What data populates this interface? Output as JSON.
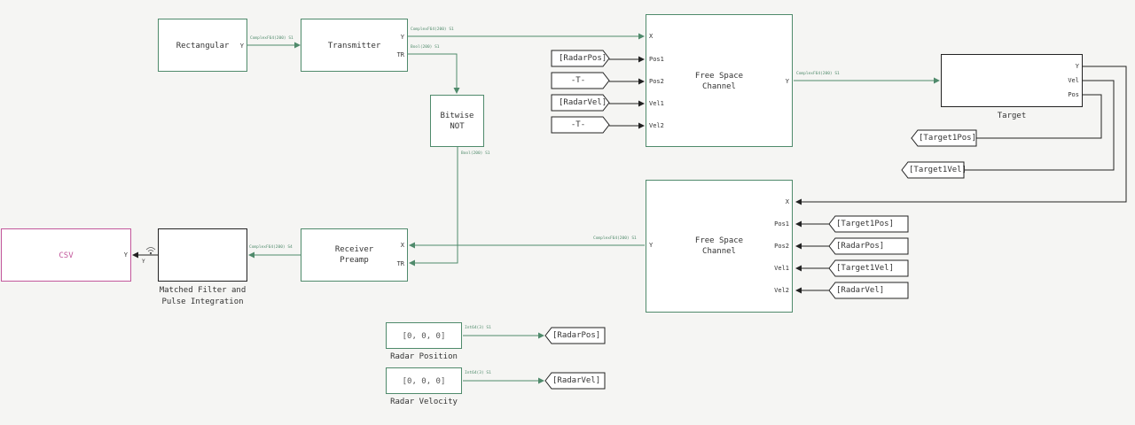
{
  "blocks": {
    "rectangular": {
      "title": "Rectangular",
      "out": "Y"
    },
    "transmitter": {
      "title": "Transmitter",
      "out1": "Y",
      "out2": "TR"
    },
    "fsc1": {
      "title1": "Free Space",
      "title2": "Channel",
      "in1": "X",
      "in2": "Pos1",
      "in3": "Pos2",
      "in4": "Vel1",
      "in5": "Vel2",
      "out": "Y"
    },
    "target": {
      "label": "Target",
      "out1": "Y",
      "out2": "Vel",
      "out3": "Pos"
    },
    "bitwise_not": {
      "title1": "Bitwise",
      "title2": "NOT"
    },
    "fsc2": {
      "title1": "Free Space",
      "title2": "Channel",
      "in1": "X",
      "in2": "Pos1",
      "in3": "Pos2",
      "in4": "Vel1",
      "in5": "Vel2",
      "out": "Y"
    },
    "receiver": {
      "title1": "Receiver",
      "title2": "Preamp",
      "in1": "X",
      "in2": "TR"
    },
    "matched": {
      "label1": "Matched Filter and",
      "label2": "Pulse Integration",
      "out": "Y"
    },
    "csv": {
      "title": "CSV",
      "port": "Y"
    },
    "radar_position": {
      "value": "[0, 0, 0]",
      "label": "Radar Position"
    },
    "radar_velocity": {
      "value": "[0, 0, 0]",
      "label": "Radar Velocity"
    }
  },
  "tags": {
    "radarpos_1": "[RadarPos]",
    "t_1": "-T-",
    "radarvel_1": "[RadarVel]",
    "t_2": "-T-",
    "target1pos_out": "[Target1Pos]",
    "target1vel_out": "[Target1Vel]",
    "target1pos_in": "[Target1Pos]",
    "radarpos_2": "[RadarPos]",
    "target1vel_in": "[Target1Vel]",
    "radarvel_2": "[RadarVel]",
    "radarpos_out": "[RadarPos]",
    "radarvel_out": "[RadarVel]"
  },
  "signals": {
    "rect_tx": "ComplexF64(200)  S1",
    "tx_fsc": "ComplexF64(200)  S1",
    "tx_tr": "Bool(200)  S1",
    "fsc_target": "ComplexF64(200)  S1",
    "not_out": "Bool(200)  S1",
    "fsc2_rx": "ComplexF64(200)  S1",
    "rx_mf": "ComplexF64(200)  S4",
    "pos_sig": "Int64(3)  S1",
    "vel_sig": "Int64(3)  S1"
  },
  "colors": {
    "line": "#4f8a6b",
    "dark_line": "#222222",
    "csv": "#c2579b",
    "block_border": "#4f8a6b"
  }
}
